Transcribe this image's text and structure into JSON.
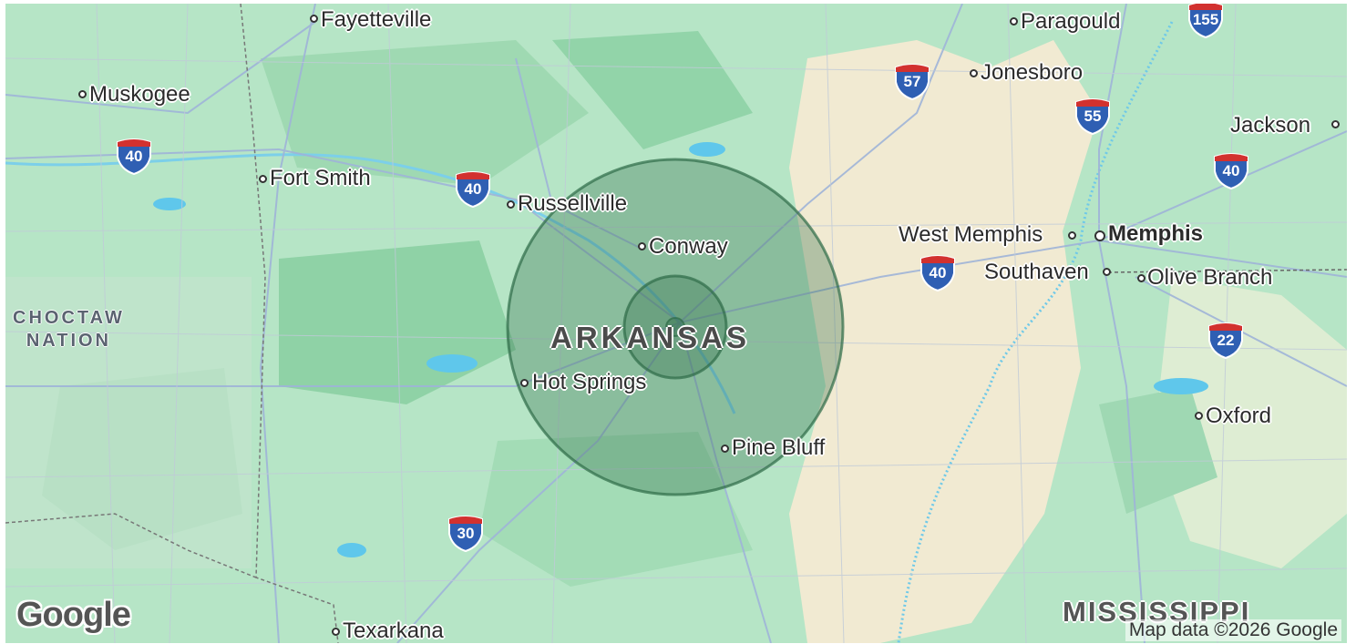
{
  "map": {
    "state_label": "ARKANSAS",
    "region_label_lines": [
      "CHOCTAW",
      "NATION"
    ],
    "mississippi_label": "MISSISSIPPI",
    "attribution": "Map data ©2026 Google",
    "logo": "Google",
    "colors": {
      "land": "#b6e5c6",
      "forest": "#9fd9b3",
      "delta": "#f3ecd8",
      "water": "#5fc7eb",
      "ring": "#2e6b47"
    },
    "cities": [
      {
        "name": "Fayetteville"
      },
      {
        "name": "Paragould"
      },
      {
        "name": "Jonesboro"
      },
      {
        "name": "Muskogee"
      },
      {
        "name": "Jackson"
      },
      {
        "name": "Fort Smith"
      },
      {
        "name": "Russellville"
      },
      {
        "name": "Conway"
      },
      {
        "name": "West Memphis"
      },
      {
        "name": "Memphis"
      },
      {
        "name": "Southaven"
      },
      {
        "name": "Olive Branch"
      },
      {
        "name": "Hot Springs"
      },
      {
        "name": "Oxford"
      },
      {
        "name": "Pine Bluff"
      },
      {
        "name": "Texarkana"
      }
    ],
    "interstates": [
      "155",
      "57",
      "55",
      "40",
      "40",
      "40",
      "40",
      "22",
      "30"
    ]
  }
}
